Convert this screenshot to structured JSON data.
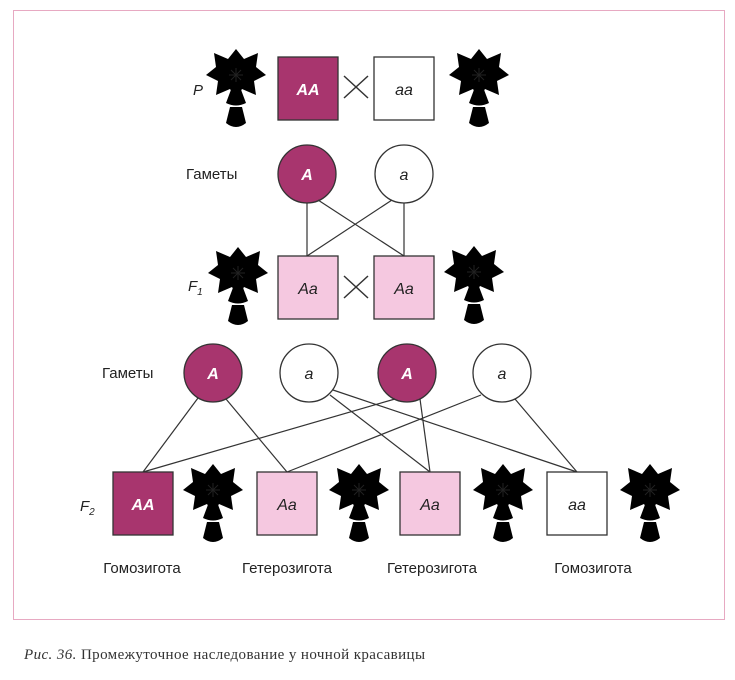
{
  "colors": {
    "dark": "#a8356e",
    "light": "#f5c8e0",
    "white": "#ffffff",
    "stroke": "#333333",
    "stem": "#3d9070",
    "frame": "#e7a9c2"
  },
  "rows": {
    "p": {
      "label": "P",
      "left_genotype": "AA",
      "right_genotype": "aa"
    },
    "gametes1": {
      "label": "Гаметы",
      "dominant": "A",
      "recessive": "a"
    },
    "f1": {
      "label": "F",
      "label_sub": "1",
      "left_genotype": "Aa",
      "right_genotype": "Aa"
    },
    "gametes2": {
      "label": "Гаметы",
      "items": [
        "A",
        "a",
        "A",
        "a"
      ]
    },
    "f2": {
      "label": "F",
      "label_sub": "2",
      "genotypes": [
        "AA",
        "Aa",
        "Aa",
        "aa"
      ],
      "zygosity": [
        "Гомозигота",
        "Гетерозигота",
        "Гетерозигота",
        "Гомозигота"
      ]
    }
  },
  "caption": {
    "prefix": "Рис. 36.",
    "text": "Промежуточное наследование у ночной красавицы"
  }
}
